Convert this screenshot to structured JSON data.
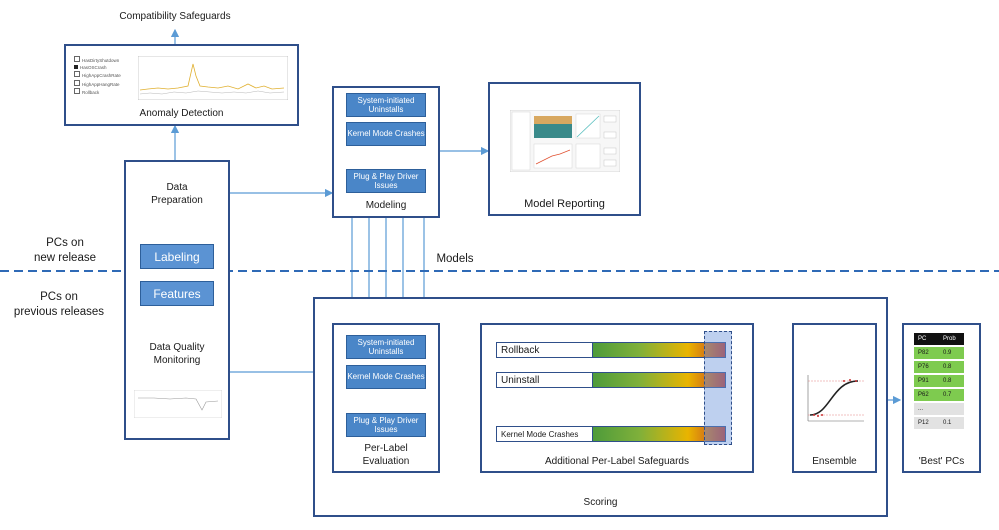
{
  "top_label": "Compatibility Safeguards",
  "anomaly": {
    "title": "Anomaly Detection",
    "legend": [
      "HasDirtyShutdown",
      "HasOSCrash",
      "HighAppCrashRate",
      "HighAppHangRate",
      "Rollback"
    ]
  },
  "prep": {
    "data_preparation": "Data\nPreparation",
    "labeling": "Labeling",
    "features": "Features",
    "dq_monitoring": "Data Quality\nMonitoring"
  },
  "modeling": {
    "title": "Modeling",
    "items": [
      "System-initiated Uninstalls",
      "Kernel Mode Crashes",
      "Plug & Play Driver Issues"
    ]
  },
  "model_reporting": {
    "title": "Model Reporting"
  },
  "side_labels": {
    "new_release": "PCs on\nnew release",
    "previous_releases": "PCs on\nprevious releases"
  },
  "models_label": "Models",
  "scoring": {
    "title": "Scoring",
    "per_label": {
      "title": "Per-Label\nEvaluation",
      "items": [
        "System-initiated Uninstalls",
        "Kernel Mode Crashes",
        "Plug & Play Driver Issues"
      ]
    },
    "safeguards": {
      "title": "Additional Per-Label Safeguards",
      "bars": [
        "Rollback",
        "Uninstall",
        "Kernel Mode Crashes"
      ]
    },
    "ensemble": {
      "title": "Ensemble"
    }
  },
  "best_pcs": {
    "title": "'Best' PCs",
    "headers": [
      "PC",
      "Prob"
    ],
    "rows": [
      {
        "pc": "P82",
        "prob": "0.9"
      },
      {
        "pc": "P76",
        "prob": "0.8"
      },
      {
        "pc": "P91",
        "prob": "0.8"
      },
      {
        "pc": "P62",
        "prob": "0.7"
      },
      {
        "pc": "...",
        "prob": ""
      },
      {
        "pc": "P12",
        "prob": "0.1"
      }
    ]
  },
  "colors": {
    "box_border": "#2f4f8a",
    "button_blue": "#4a86c8",
    "arrow": "#5b9bd5",
    "high_prob": "#7ecb4f"
  }
}
